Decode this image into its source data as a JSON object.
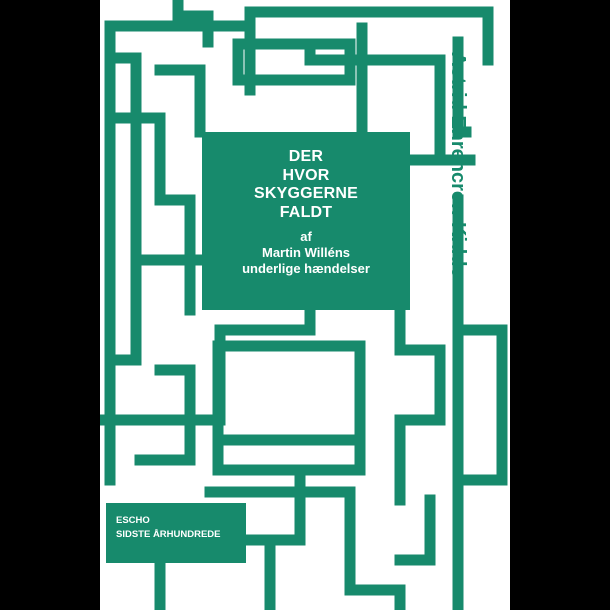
{
  "book": {
    "title_lines": [
      "DER",
      "HVOR",
      "SKYGGERNE",
      "FALDT"
    ],
    "subtitle_lines": [
      "af",
      "Martin Willéns",
      "underlige hændelser"
    ],
    "author": "Astrid Ehrencron-Kidde",
    "series_lines": [
      "ESCHO",
      "SIDSTE ÅRHUNDREDE"
    ]
  },
  "colors": {
    "accent": "#178a6c",
    "cover_background": "#ffffff",
    "outer_background": "#000000",
    "text_on_accent": "#ffffff"
  }
}
